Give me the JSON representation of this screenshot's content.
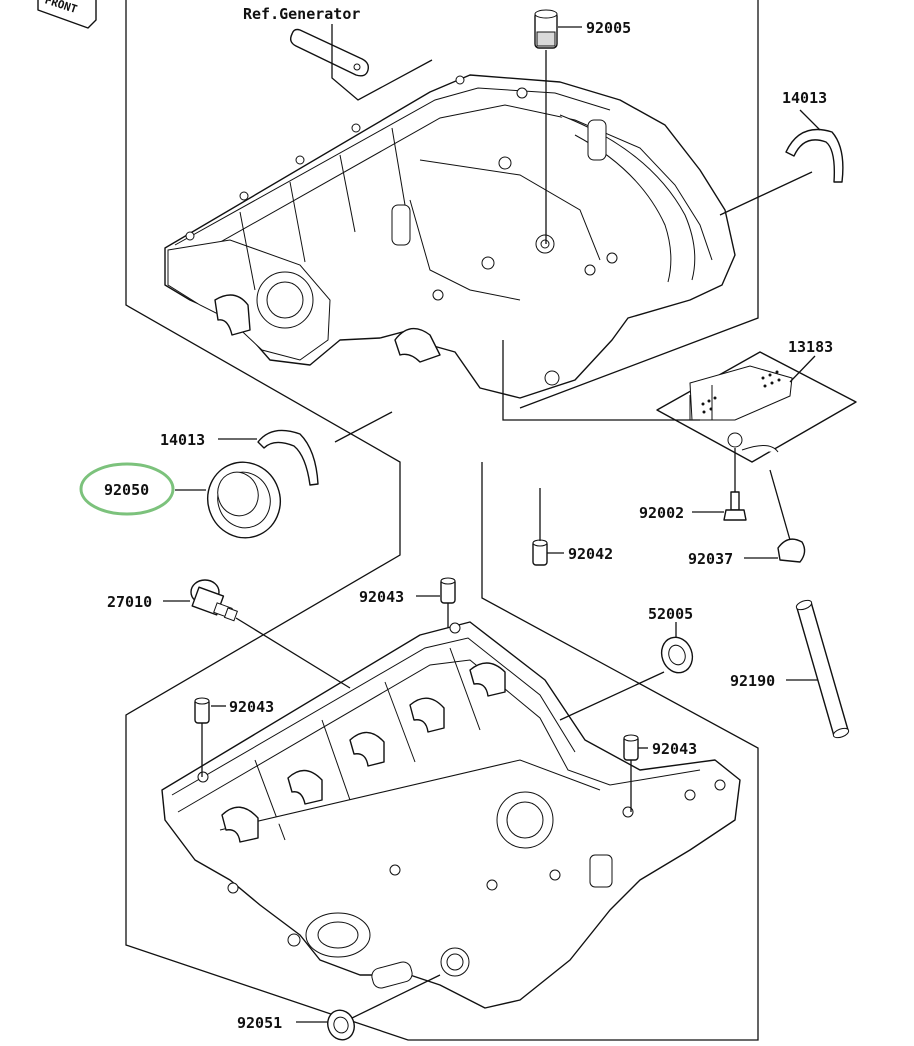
{
  "front_badge": "FRONT",
  "labels": {
    "ref_generator": "Ref.Generator",
    "p92005": "92005",
    "p14013_top": "14013",
    "p13183": "13183",
    "p14013_left": "14013",
    "p92050": "92050",
    "p92042": "92042",
    "p92002": "92002",
    "p92037": "92037",
    "p27010": "27010",
    "p92043_top": "92043",
    "p52005": "52005",
    "p92043_left": "92043",
    "p92190": "92190",
    "p92043_right": "92043",
    "p92051": "92051"
  },
  "highlight": {
    "part": "92050",
    "color": "#7cc27c"
  }
}
